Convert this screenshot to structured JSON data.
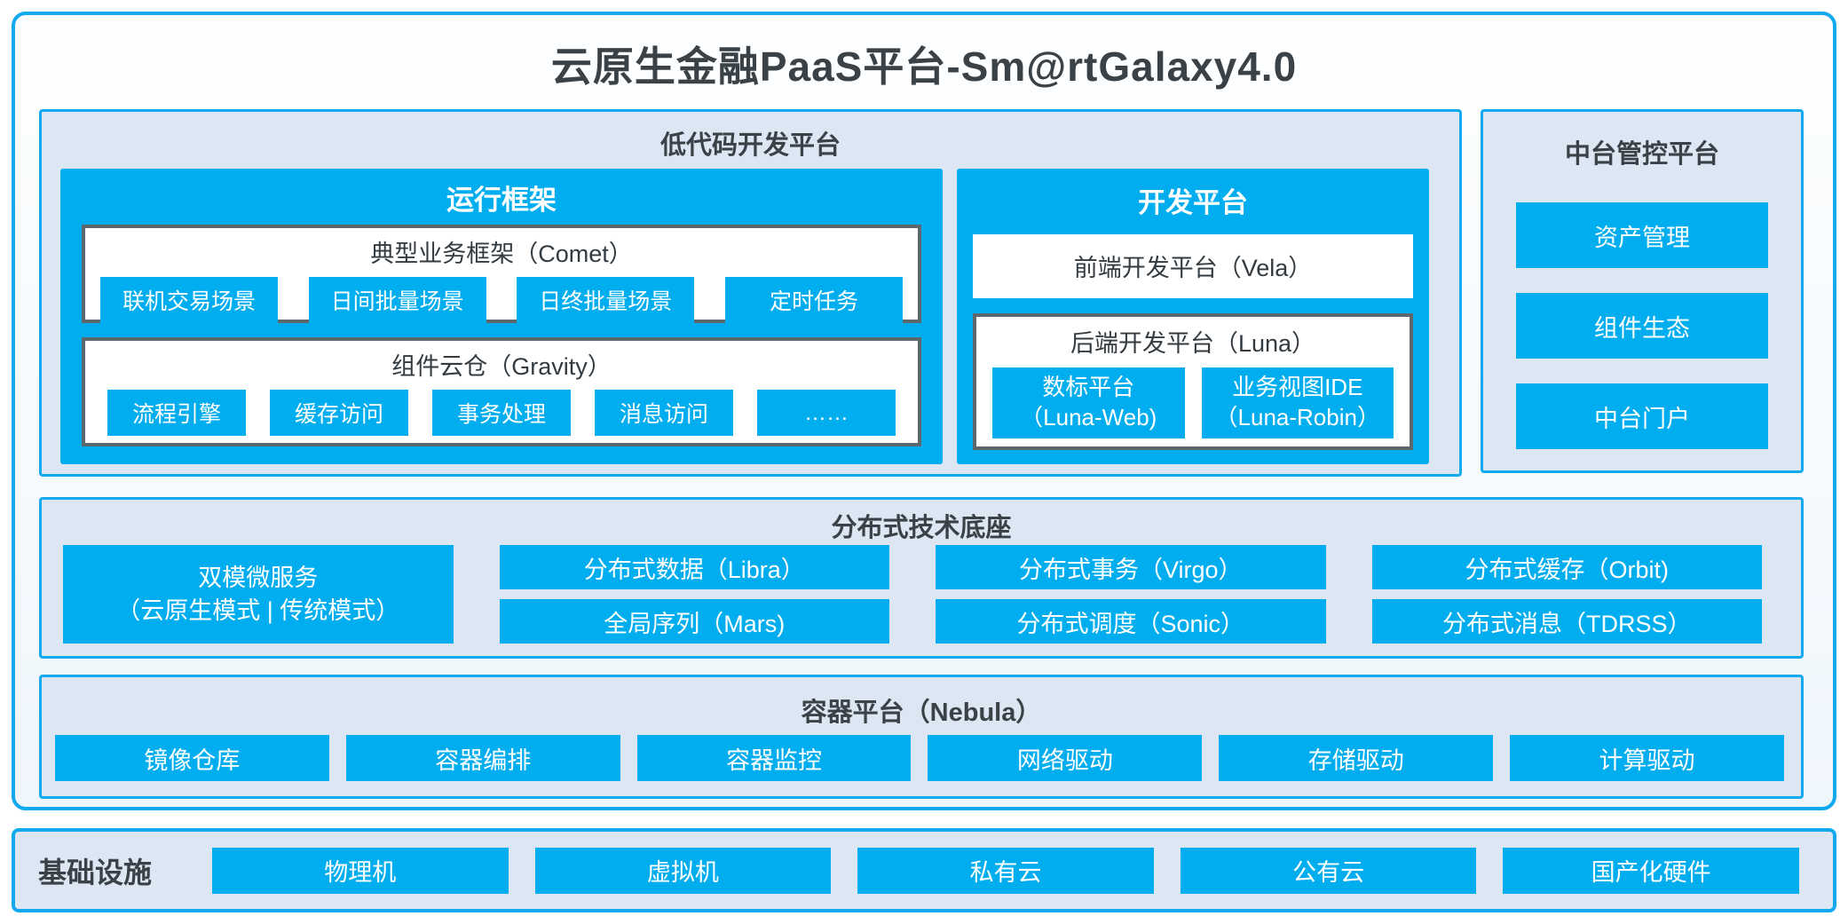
{
  "title": "云原生金融PaaS平台-Sm@rtGalaxy4.0",
  "colors": {
    "accent_blue": "#00ADEE",
    "border_blue": "#12A9EE",
    "panel_bg": "#DCE7F3",
    "dark_text": "#3A4247",
    "box_border_gray": "#5D676E"
  },
  "lowcode": {
    "header": "低代码开发平台",
    "runtime": {
      "title": "运行框架",
      "groups": [
        {
          "title": "典型业务框架（Comet）",
          "chips": [
            "联机交易场景",
            "日间批量场景",
            "日终批量场景",
            "定时任务"
          ]
        },
        {
          "title": "组件云仓（Gravity）",
          "chips": [
            "流程引擎",
            "缓存访问",
            "事务处理",
            "消息访问",
            "……"
          ]
        }
      ]
    },
    "dev": {
      "title": "开发平台",
      "frontend": "前端开发平台（Vela）",
      "backend": {
        "title": "后端开发平台（Luna）",
        "chips": [
          {
            "line1": "数标平台",
            "line2": "（Luna-Web)"
          },
          {
            "line1": "业务视图IDE",
            "line2": "（Luna-Robin）"
          }
        ]
      }
    }
  },
  "midplatform": {
    "header": "中台管控平台",
    "items": [
      "资产管理",
      "组件生态",
      "中台门户"
    ]
  },
  "distributed": {
    "header": "分布式技术底座",
    "dual": {
      "line1": "双模微服务",
      "line2": "（云原生模式 | 传统模式）"
    },
    "columns": [
      {
        "top": "分布式数据（Libra）",
        "bottom": "全局序列（Mars)"
      },
      {
        "top": "分布式事务（Virgo）",
        "bottom": "分布式调度（Sonic）"
      },
      {
        "top": "分布式缓存（Orbit)",
        "bottom": "分布式消息（TDRSS）"
      }
    ]
  },
  "container_platform": {
    "header": "容器平台（Nebula）",
    "chips": [
      "镜像仓库",
      "容器编排",
      "容器监控",
      "网络驱动",
      "存储驱动",
      "计算驱动"
    ]
  },
  "infrastructure": {
    "label": "基础设施",
    "chips": [
      "物理机",
      "虚拟机",
      "私有云",
      "公有云",
      "国产化硬件"
    ]
  }
}
